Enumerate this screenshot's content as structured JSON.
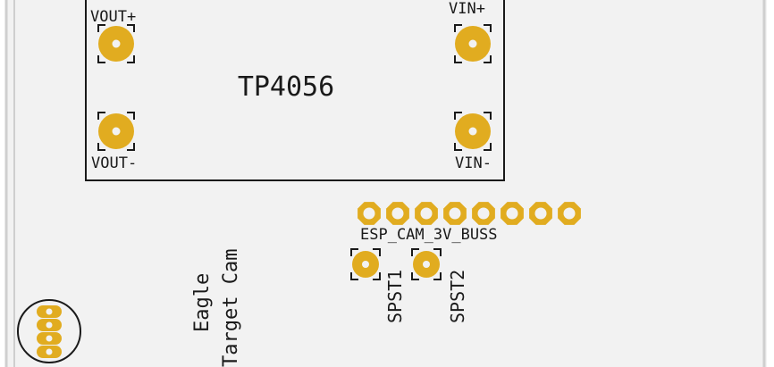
{
  "colors": {
    "background": "#f2f2f2",
    "board_edge": "#cfcfcf",
    "silkscreen": "#1a1a1a",
    "copper": "#e1ac20",
    "drill_hole": "#f2f2f2"
  },
  "module": {
    "name": "TP4056",
    "pads": {
      "vout_plus": "VOUT+",
      "vout_minus": "VOUT-",
      "vin_plus": "VIN+",
      "vin_minus": "VIN-"
    }
  },
  "header": {
    "label": "ESP_CAM_3V_BUSS",
    "pin_count": 8
  },
  "switches": {
    "spst1": "SPST1",
    "spst2": "SPST2"
  },
  "board_text": {
    "line1": "Eagle",
    "line2": "Target Cam"
  },
  "connector": {
    "pin_count": 4
  }
}
